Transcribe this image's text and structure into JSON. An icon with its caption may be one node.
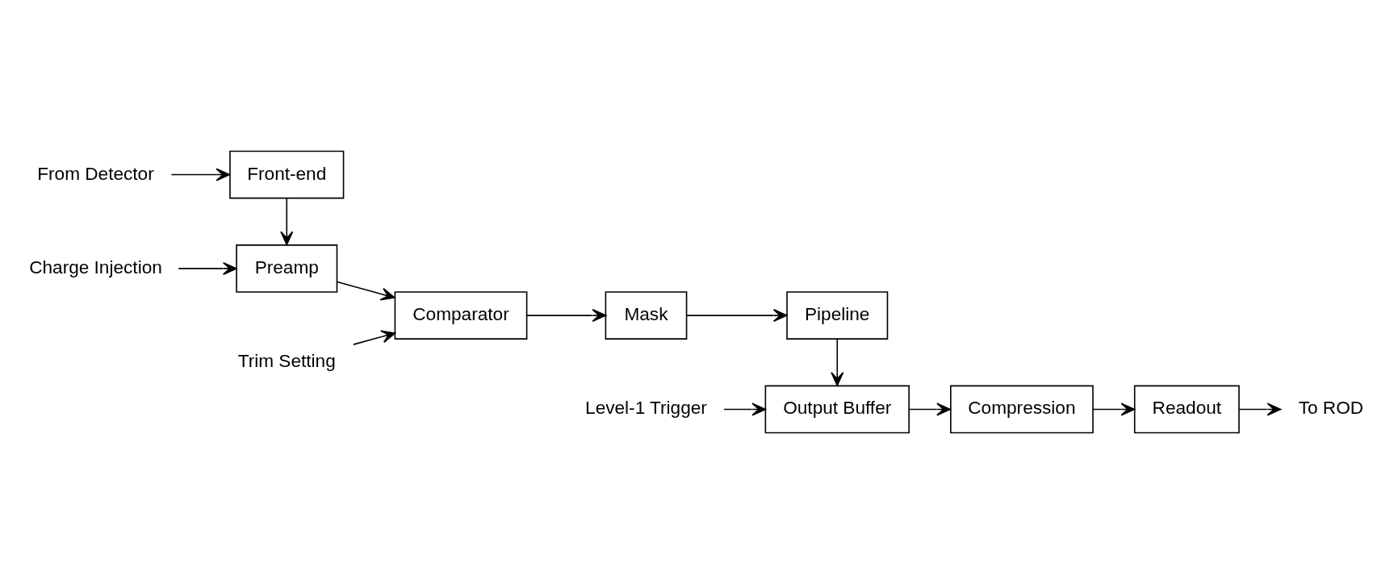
{
  "diagram": {
    "nodes": [
      {
        "text": [
          "From Detector"
        ]
      },
      {
        "text": [
          "Front-end"
        ]
      },
      {
        "text": [
          "Trim Setting"
        ]
      },
      {
        "text": [
          "Charge Injection"
        ]
      },
      {
        "text": [
          "Preamp"
        ]
      },
      {
        "text": [
          "Comparator"
        ]
      },
      {
        "text": [
          "Mask"
        ]
      },
      {
        "text": [
          "Pipeline"
        ]
      },
      {
        "text": [
          "Level-1 Trigger"
        ]
      },
      {
        "text": [
          "Output Buffer"
        ]
      },
      {
        "text": [
          "Compression"
        ]
      },
      {
        "text": [
          "Readout"
        ]
      },
      {
        "text": [
          "To ROD"
        ]
      }
    ],
    "edges": [
      {
        "from": 0,
        "to": 1,
        "arrow": "to"
      },
      {
        "from": 1,
        "to": 4,
        "arrow": "to"
      },
      {
        "from": 3,
        "to": 4,
        "arrow": "to"
      },
      {
        "from": 4,
        "to": 5,
        "arrow": "to"
      },
      {
        "from": 2,
        "to": 5,
        "arrow": "to"
      },
      {
        "from": 5,
        "to": 6,
        "arrow": "to"
      },
      {
        "from": 6,
        "to": 7,
        "arrow": "to"
      },
      {
        "from": 7,
        "to": 9,
        "arrow": "to"
      },
      {
        "from": 8,
        "to": 9,
        "arrow": "to"
      },
      {
        "from": 9,
        "to": 10,
        "arrow": "to"
      },
      {
        "from": 10,
        "to": 11,
        "arrow": "to"
      },
      {
        "from": 11,
        "to": 12,
        "arrow": "to"
      }
    ]
  }
}
